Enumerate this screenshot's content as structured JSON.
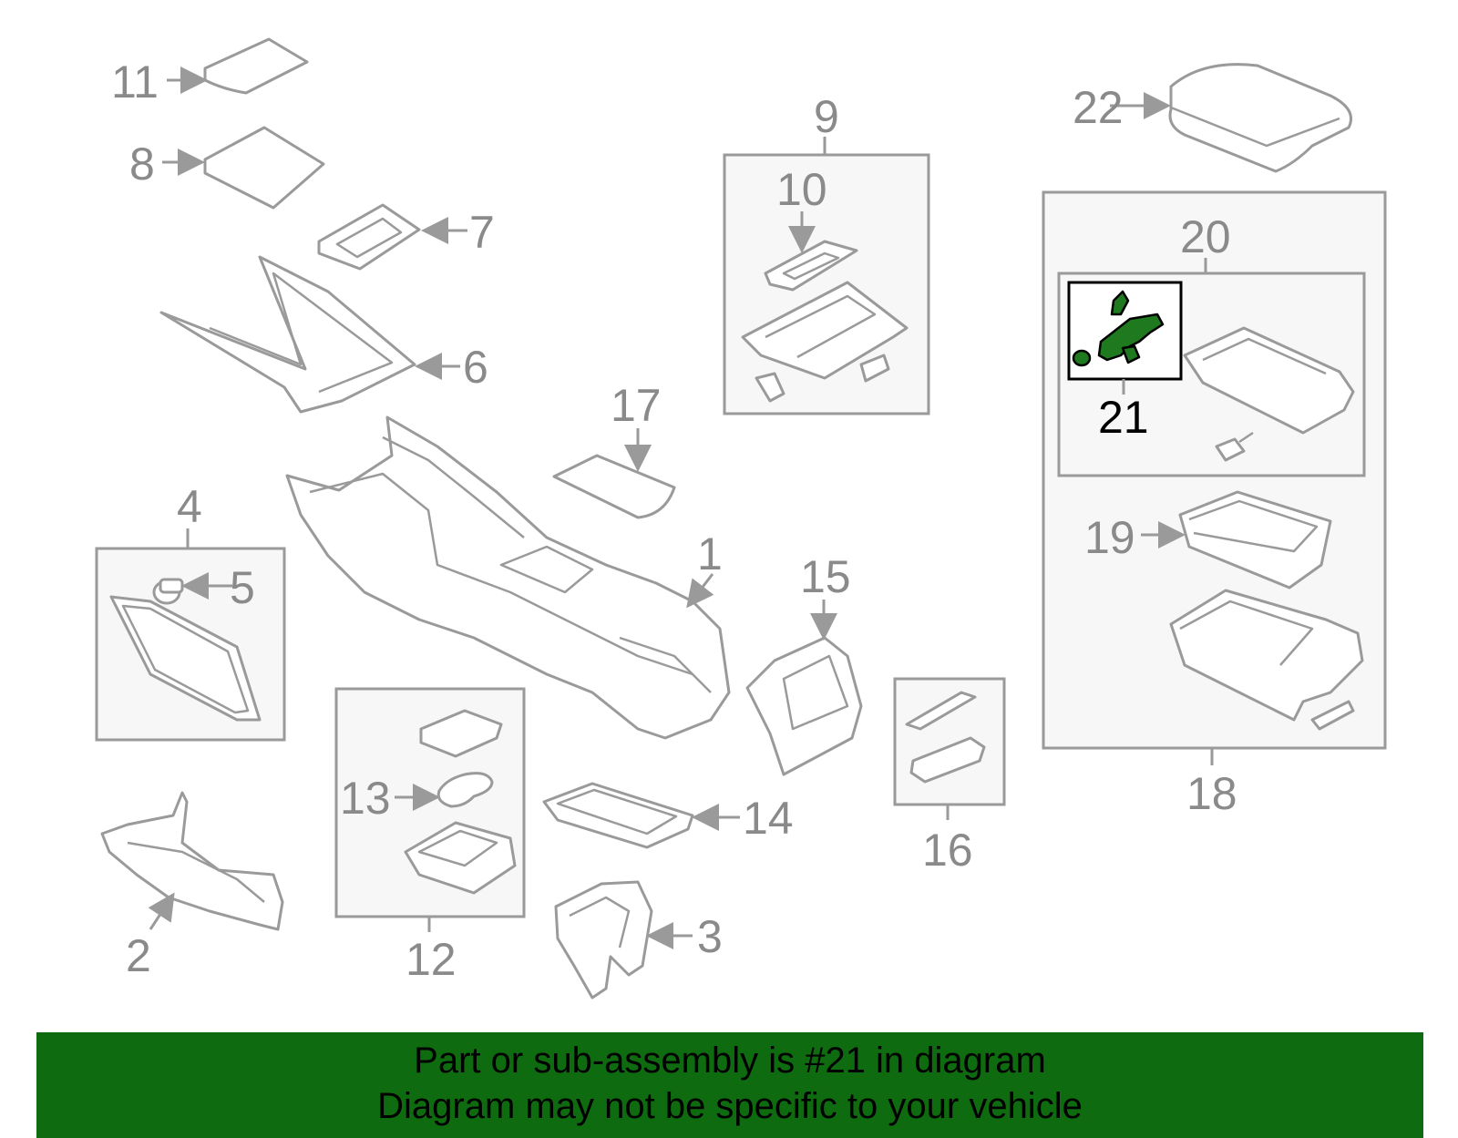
{
  "diagram": {
    "highlight_color": "#1f7a1f",
    "line_color": "#9a9a9a",
    "callouts": {
      "c1": "1",
      "c2": "2",
      "c3": "3",
      "c4": "4",
      "c5": "5",
      "c6": "6",
      "c7": "7",
      "c8": "8",
      "c9": "9",
      "c10": "10",
      "c11": "11",
      "c12": "12",
      "c13": "13",
      "c14": "14",
      "c15": "15",
      "c16": "16",
      "c17": "17",
      "c18": "18",
      "c19": "19",
      "c20": "20",
      "c21": "21",
      "c22": "22"
    }
  },
  "banner": {
    "color": "#0f6b0f",
    "line1": "Part or sub-assembly is #21 in diagram",
    "line2": "Diagram may not be specific to your vehicle"
  }
}
